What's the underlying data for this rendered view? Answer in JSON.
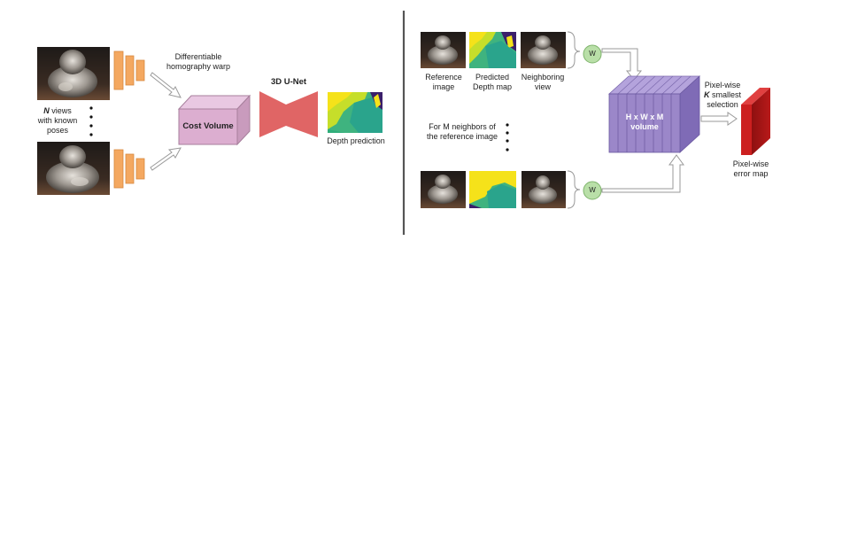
{
  "left_panel": {
    "warp_label_line1": "Differentiable",
    "warp_label_line2": "homography warp",
    "unet_label": "3D U-Net",
    "cost_volume_label": "Cost Volume",
    "views_label_n": "N",
    "views_label_line1_rest": " views",
    "views_label_line2": "with known",
    "views_label_line3": "poses",
    "depth_prediction_label": "Depth prediction"
  },
  "right_panel": {
    "reference_label_line1": "Reference",
    "reference_label_line2": "image",
    "predicted_label_line1": "Predicted",
    "predicted_label_line2": "Depth map",
    "neighboring_label_line1": "Neighboring",
    "neighboring_label_line2": "view",
    "neighbors_note_line1": "For M neighbors of",
    "neighbors_note_line2": "the reference image",
    "warp_symbol": "W",
    "volume_label_line1": "H x W x M",
    "volume_label_line2": "volume",
    "selection_label_line1": "Pixel-wise",
    "selection_label_k": "K",
    "selection_label_line2_rest": " smallest",
    "selection_label_line3": "selection",
    "error_map_label_line1": "Pixel-wise",
    "error_map_label_line2": "error map"
  },
  "colors": {
    "encoder_orange": "#f4a860",
    "cost_volume_pink": "#dcaed0",
    "unet_red": "#e06565",
    "volume_purple": "#9b87c9",
    "error_map_red": "#cc1f1f",
    "warp_circle_green": "#b9dfa8",
    "divider": "#555555"
  }
}
